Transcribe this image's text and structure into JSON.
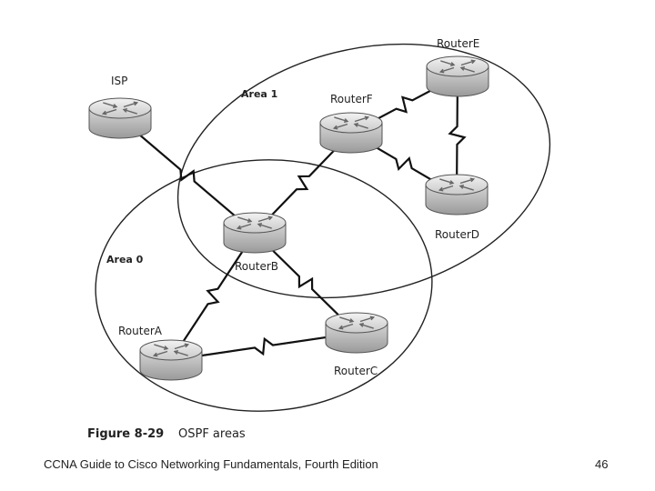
{
  "diagram": {
    "areas": [
      {
        "id": "area1",
        "label": "Area 1"
      },
      {
        "id": "area0",
        "label": "Area 0"
      }
    ],
    "routers": [
      {
        "id": "isp",
        "label": "ISP"
      },
      {
        "id": "routerE",
        "label": "RouterE"
      },
      {
        "id": "routerF",
        "label": "RouterF"
      },
      {
        "id": "routerD",
        "label": "RouterD"
      },
      {
        "id": "routerB",
        "label": "RouterB"
      },
      {
        "id": "routerA",
        "label": "RouterA"
      },
      {
        "id": "routerC",
        "label": "RouterC"
      }
    ],
    "links": [
      {
        "from": "isp",
        "to": "routerB",
        "type": "serial"
      },
      {
        "from": "routerF",
        "to": "routerB",
        "type": "serial"
      },
      {
        "from": "routerF",
        "to": "routerE",
        "type": "serial"
      },
      {
        "from": "routerF",
        "to": "routerD",
        "type": "serial"
      },
      {
        "from": "routerE",
        "to": "routerD",
        "type": "serial"
      },
      {
        "from": "routerB",
        "to": "routerA",
        "type": "serial"
      },
      {
        "from": "routerB",
        "to": "routerC",
        "type": "serial"
      },
      {
        "from": "routerA",
        "to": "routerC",
        "type": "serial"
      }
    ]
  },
  "caption": {
    "number": "Figure 8-29",
    "title": "OSPF areas"
  },
  "footer": {
    "source": "CCNA Guide to Cisco Networking Fundamentals, Fourth Edition",
    "page_number": "46"
  }
}
